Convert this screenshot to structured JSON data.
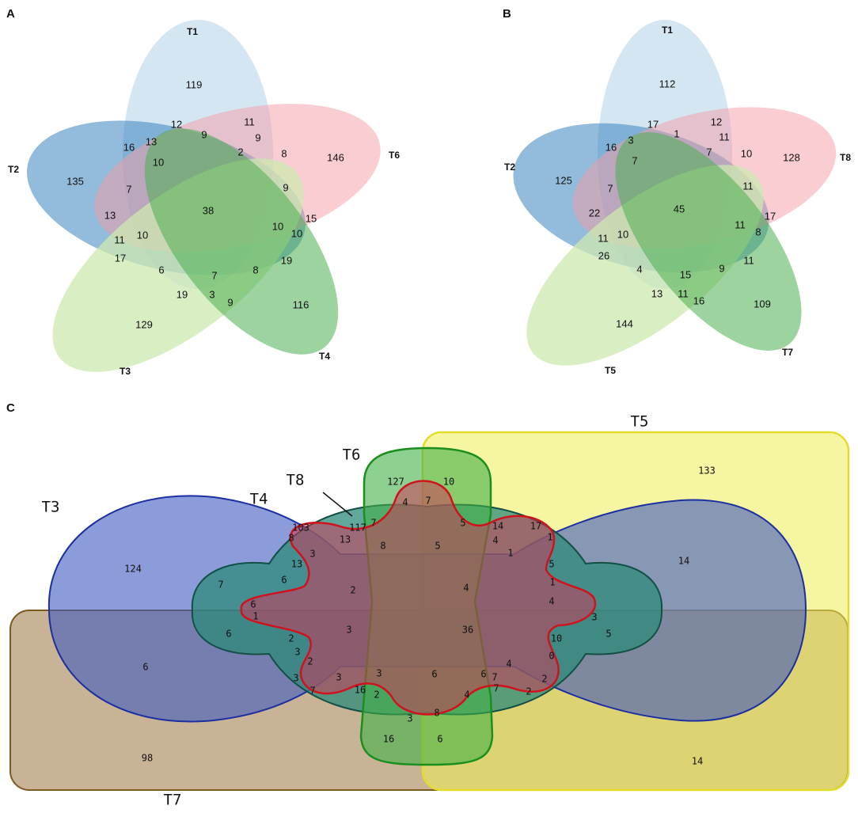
{
  "panels": {
    "A": {
      "label": "A",
      "sets": [
        "T1",
        "T2",
        "T6",
        "T3",
        "T4"
      ],
      "values": [
        "119",
        "135",
        "146",
        "129",
        "116",
        "12",
        "11",
        "16",
        "13",
        "9",
        "9",
        "2",
        "8",
        "10",
        "7",
        "9",
        "38",
        "13",
        "15",
        "10",
        "10",
        "11",
        "10",
        "17",
        "19",
        "6",
        "7",
        "8",
        "19",
        "3",
        "9"
      ]
    },
    "B": {
      "label": "B",
      "sets": [
        "T1",
        "T2",
        "T8",
        "T5",
        "T7"
      ],
      "values": [
        "112",
        "125",
        "128",
        "144",
        "109",
        "17",
        "12",
        "16",
        "3",
        "1",
        "11",
        "7",
        "7",
        "10",
        "7",
        "11",
        "45",
        "22",
        "17",
        "11",
        "8",
        "11",
        "10",
        "26",
        "11",
        "4",
        "15",
        "9",
        "13",
        "11",
        "16"
      ]
    },
    "C": {
      "label": "C",
      "sets": [
        "T5",
        "T6",
        "T3",
        "T8",
        "T4",
        "T7"
      ],
      "values": [
        "133",
        "127",
        "10",
        "7",
        "4",
        "5",
        "5",
        "14",
        "17",
        "1",
        "4",
        "103",
        "117",
        "7",
        "13",
        "8",
        "8",
        "3",
        "13",
        "6",
        "2",
        "4",
        "7",
        "6",
        "1",
        "3",
        "36",
        "6",
        "2",
        "3",
        "124",
        "14",
        "1",
        "5",
        "1",
        "4",
        "3",
        "5",
        "10",
        "6",
        "0",
        "4",
        "2",
        "3",
        "7",
        "7",
        "7",
        "2",
        "2",
        "6",
        "3",
        "3",
        "16",
        "2",
        "6",
        "4",
        "3",
        "8",
        "16",
        "6",
        "98",
        "14"
      ]
    }
  }
}
